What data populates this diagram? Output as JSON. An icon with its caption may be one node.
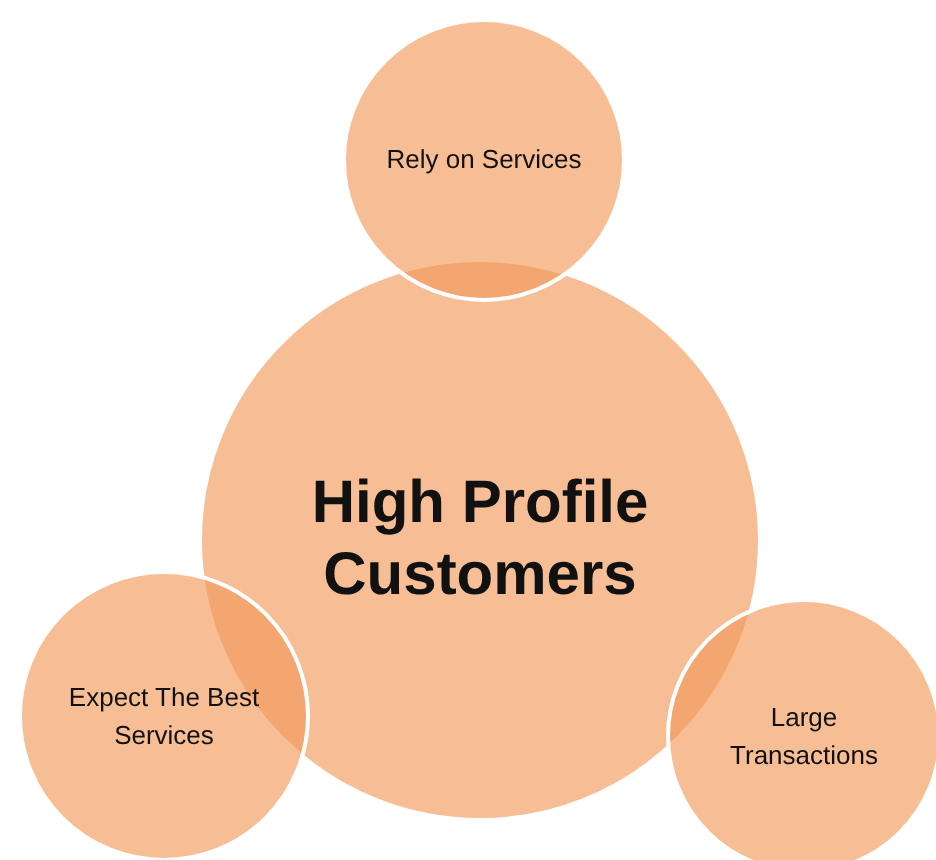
{
  "diagram": {
    "nodes": [
      {
        "text": [
          "High Profile Customers"
        ]
      },
      {
        "text": [
          "Rely on Services"
        ]
      },
      {
        "text": [
          "Expect The Best Services"
        ]
      },
      {
        "text": [
          "Large Transactions"
        ]
      }
    ]
  }
}
